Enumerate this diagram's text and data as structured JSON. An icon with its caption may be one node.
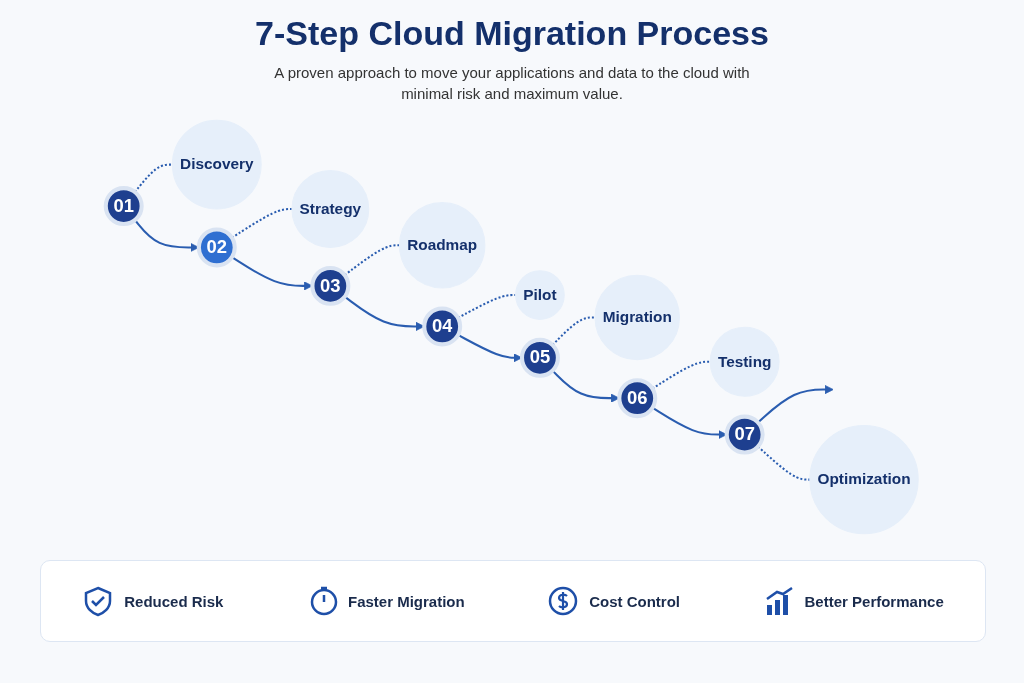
{
  "diagram": {
    "title": "7-Step Cloud Migration Process",
    "nodes": [
      {
        "text": [
          "01"
        ]
      },
      {
        "text": [
          "Discovery"
        ]
      },
      {
        "text": [
          "02"
        ]
      },
      {
        "text": [
          "Strategy"
        ]
      },
      {
        "text": [
          "03"
        ]
      },
      {
        "text": [
          "Roadmap"
        ]
      },
      {
        "text": [
          "04"
        ]
      },
      {
        "text": [
          "Pilot"
        ]
      },
      {
        "text": [
          "05"
        ]
      },
      {
        "text": [
          "Migration"
        ]
      },
      {
        "text": [
          "06"
        ]
      },
      {
        "text": [
          "Testing"
        ]
      },
      {
        "text": [
          "07"
        ]
      },
      {
        "text": [
          "Optimization"
        ]
      }
    ],
    "edges": [
      {
        "from": 0,
        "to": 2,
        "arrow": "to"
      },
      {
        "from": 2,
        "to": 4,
        "arrow": "to"
      },
      {
        "from": 4,
        "to": 6,
        "arrow": "to"
      },
      {
        "from": 6,
        "to": 8,
        "arrow": "to"
      },
      {
        "from": 8,
        "to": 10,
        "arrow": "to"
      },
      {
        "from": 10,
        "to": 12,
        "arrow": "to"
      },
      {
        "from": 12,
        "to": null,
        "arrow": "to"
      },
      {
        "from": 0,
        "to": 1,
        "arrow": "none",
        "style": "dashed"
      },
      {
        "from": 2,
        "to": 3,
        "arrow": "none",
        "style": "dashed"
      },
      {
        "from": 4,
        "to": 5,
        "arrow": "none",
        "style": "dashed"
      },
      {
        "from": 6,
        "to": 7,
        "arrow": "none",
        "style": "dashed"
      },
      {
        "from": 8,
        "to": 9,
        "arrow": "none",
        "style": "dashed"
      },
      {
        "from": 10,
        "to": 11,
        "arrow": "none",
        "style": "dashed"
      },
      {
        "from": 12,
        "to": 13,
        "arrow": "none",
        "style": "dashed"
      }
    ],
    "labels": [
      "A proven approach to move your applications and data to the cloud with minimal risk and maximum value.",
      "Reduced Risk",
      "Faster Migration",
      "Cost Control",
      "Better Performance"
    ]
  }
}
